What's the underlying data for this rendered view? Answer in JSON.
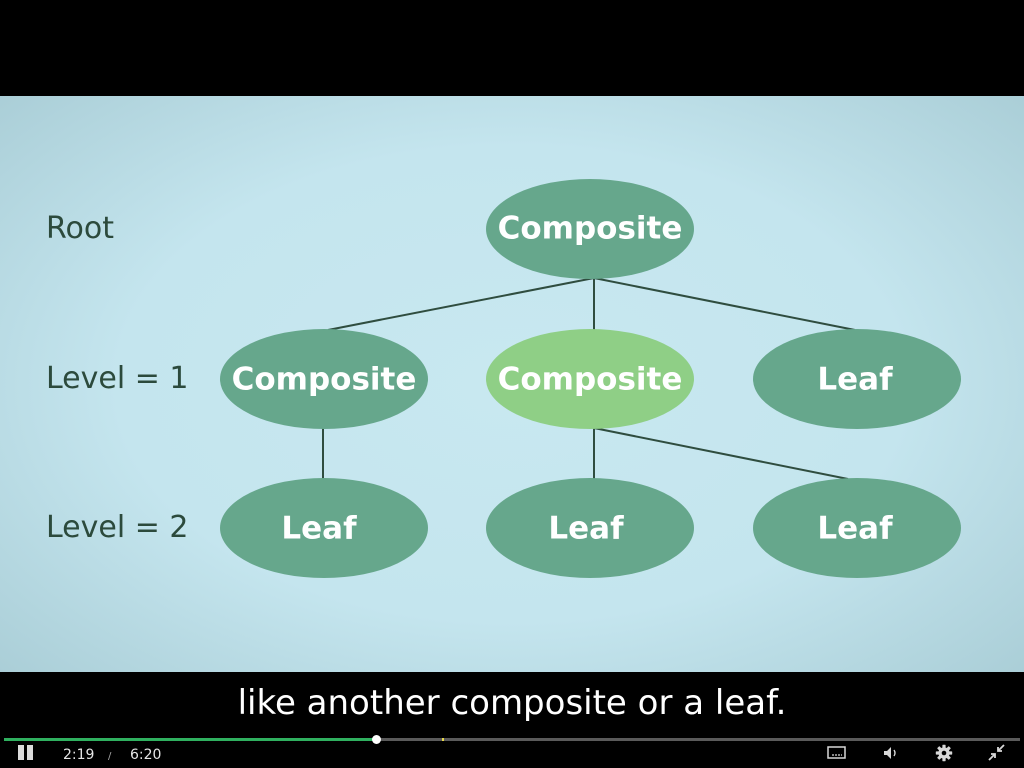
{
  "diagram": {
    "levels": [
      {
        "label": "Root"
      },
      {
        "label": "Level = 1"
      },
      {
        "label": "Level = 2"
      }
    ],
    "nodes": [
      {
        "label": "Composite",
        "highlighted": false
      },
      {
        "label": "Composite",
        "highlighted": false
      },
      {
        "label": "Composite",
        "highlighted": true
      },
      {
        "label": "Leaf",
        "highlighted": false
      },
      {
        "label": "Leaf",
        "highlighted": false
      },
      {
        "label": "Leaf",
        "highlighted": false
      },
      {
        "label": "Leaf",
        "highlighted": false
      }
    ],
    "colors": {
      "node": "#66a78c",
      "node_highlight": "#8fcf86",
      "edge": "#2f4d3f",
      "background": "#c4e5ee"
    }
  },
  "caption": {
    "text": "like another composite or a leaf."
  },
  "player": {
    "current_time": "2:19",
    "separator": "/",
    "duration": "6:20",
    "progress_fraction": 0.366,
    "marker_fraction": 0.431,
    "colors": {
      "progress": "#2fb05f",
      "marker": "#e8d84c"
    },
    "icons": {
      "play_pause": "pause-icon",
      "captions": "captions-icon",
      "volume": "volume-icon",
      "settings": "gear-icon",
      "fullscreen": "exit-fullscreen-icon"
    }
  }
}
